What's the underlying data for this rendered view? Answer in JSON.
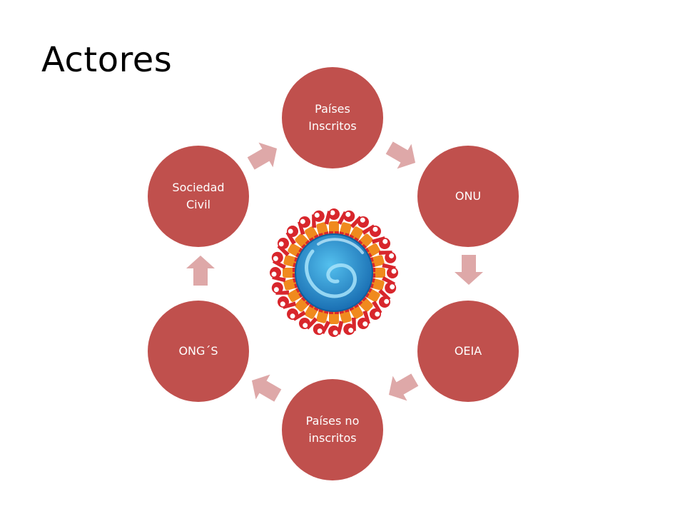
{
  "title": "Actores",
  "colors": {
    "node_fill": "#c0504d",
    "node_text": "#ffffff",
    "arrow_fill": "#dea8a8",
    "globe_outer": "#1a6fb3",
    "globe_inner": "#54c0ee",
    "figure_red": "#d8262c",
    "figure_orange": "#f08a1e"
  },
  "nodes": [
    {
      "label": "Países\nInscritos"
    },
    {
      "label": "ONU"
    },
    {
      "label": "OEIA"
    },
    {
      "label": "Países no\ninscritos"
    },
    {
      "label": "ONG´S"
    },
    {
      "label": "Sociedad\nCivil"
    }
  ],
  "center_icon": "globe-with-people-icon"
}
